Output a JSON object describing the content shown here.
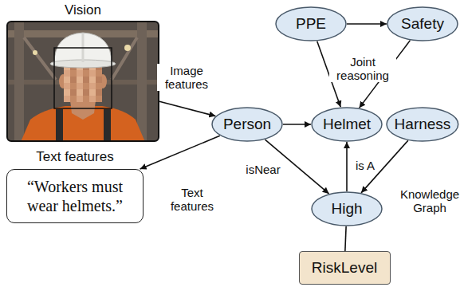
{
  "diagram": {
    "nodes": [
      {
        "text": [
          "Vision"
        ]
      },
      {
        "text": [
          "PPE"
        ]
      },
      {
        "text": [
          "Safety"
        ]
      },
      {
        "text": [
          "Person"
        ]
      },
      {
        "text": [
          "Helmet"
        ]
      },
      {
        "text": [
          "Harness"
        ]
      },
      {
        "text": [
          "Text features",
          "“Workers must wear helmets.”"
        ]
      },
      {
        "text": [
          "High"
        ]
      },
      {
        "text": [
          "RiskLevel"
        ]
      }
    ],
    "edges": [
      {
        "from": 0,
        "to": 3,
        "arrow": "to",
        "label": "Image features"
      },
      {
        "from": 1,
        "to": 2,
        "arrow": "to"
      },
      {
        "from": 1,
        "to": 4,
        "arrow": "to"
      },
      {
        "from": 2,
        "to": 4,
        "arrow": "to"
      },
      {
        "from": 3,
        "to": 4,
        "arrow": "to"
      },
      {
        "from": 3,
        "to": 6,
        "arrow": "to",
        "label": "Text features"
      },
      {
        "from": 3,
        "to": 7,
        "arrow": "to",
        "label": "isNear"
      },
      {
        "from": 7,
        "to": 4,
        "arrow": "to",
        "label": "is A"
      },
      {
        "from": 5,
        "to": 7,
        "arrow": "to"
      },
      {
        "from": 7,
        "to": 8,
        "arrow": "none"
      }
    ],
    "labels": [
      "Joint reasoning",
      "Knowledge Graph"
    ]
  }
}
